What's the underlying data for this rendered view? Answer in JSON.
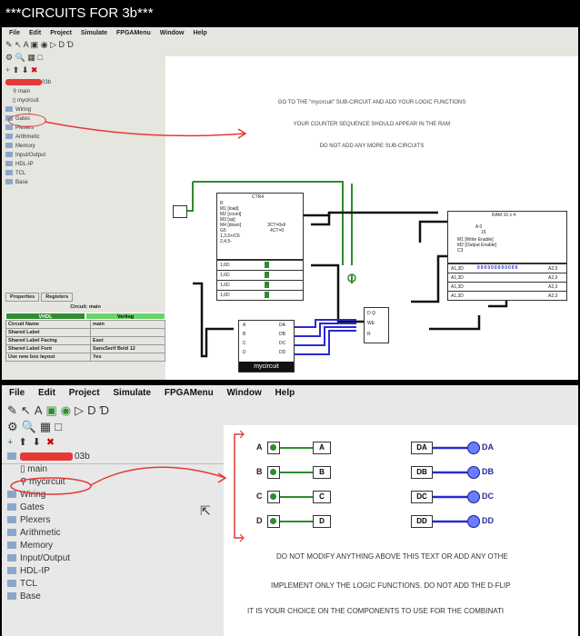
{
  "header": {
    "title": "***CIRCUITS FOR 3b***"
  },
  "top": {
    "menu": [
      "File",
      "Edit",
      "Project",
      "Simulate",
      "FPGAMenu",
      "Window",
      "Help"
    ],
    "project_name": "03b",
    "tree": [
      "main",
      "mycircuit",
      "Wiring",
      "Gates",
      "Plexers",
      "Arithmetic",
      "Memory",
      "Input/Output",
      "HDL-IP",
      "TCL",
      "Base"
    ],
    "canvas_notes": [
      "GO TO THE \"mycircuit\" SUB-CIRCUIT AND ADD YOUR LOGIC FUNCTIONS",
      "YOUR COUNTER SEQUENCE SHOULD APPEAR IN THE RAM",
      "DO NOT ADD ANY MORE SUB-CIRCUITS"
    ],
    "ctr4": {
      "title": "CTR4",
      "lines": [
        "R",
        "M1 [load]",
        "M2 [count]",
        "M3 [up]",
        "M4 [down]",
        "G5",
        "1,3,5+/C6",
        "2,4,5-",
        "3CT=0xF",
        "4CT=0"
      ],
      "rows": [
        "1,6D",
        "1,6D",
        "1,6D",
        "1,6D"
      ]
    },
    "ram": {
      "title": "RAM 16 x 4",
      "lines": [
        "A 0",
        "15",
        "M1 [Write Enable]",
        "M2 [Output Enable]",
        "C3"
      ],
      "rows": [
        "A1,3D",
        "A1,3D",
        "A1,3D",
        "A1,3D"
      ],
      "cells": "000000000000",
      "right": [
        "A2,3",
        "A2,3",
        "A2,3",
        "A2,3"
      ]
    },
    "mycircuit_block": {
      "label": "mycircuit",
      "left": [
        "A",
        "B",
        "C",
        "D"
      ],
      "right": [
        "DA",
        "DB",
        "DC",
        "DD"
      ]
    },
    "properties": {
      "tabs": [
        "Properties",
        "Registers"
      ],
      "title": "Circuit: main",
      "hdl": [
        "VHDL",
        "Verilog"
      ],
      "rows": [
        [
          "Circuit Name",
          "main"
        ],
        [
          "Shared Label",
          ""
        ],
        [
          "Shared Label Facing",
          "East"
        ],
        [
          "Shared Label Font",
          "SansSerif Bold 12"
        ],
        [
          "Use new box layout",
          "Yes"
        ]
      ]
    },
    "flipflop": {
      "lines": [
        "D Q",
        "WE",
        "R"
      ]
    }
  },
  "bottom": {
    "menu": [
      "File",
      "Edit",
      "Project",
      "Simulate",
      "FPGAMenu",
      "Window",
      "Help"
    ],
    "project_name": "03b",
    "tree": [
      "main",
      "mycircuit",
      "Wiring",
      "Gates",
      "Plexers",
      "Arithmetic",
      "Memory",
      "Input/Output",
      "HDL-IP",
      "TCL",
      "Base"
    ],
    "inputs": [
      "A",
      "B",
      "C",
      "D"
    ],
    "tunnels_in": [
      "A",
      "B",
      "C",
      "D"
    ],
    "tunnels_out": [
      "DA",
      "DB",
      "DC",
      "DD"
    ],
    "outputs": [
      "DA",
      "DB",
      "DC",
      "DD"
    ],
    "notes": [
      "DO NOT MODIFY ANYTHING ABOVE THIS TEXT OR ADD ANY OTHE",
      "IMPLEMENT ONLY THE LOGIC FUNCTIONS. DO NOT ADD THE D-FLIP",
      "IT IS YOUR CHOICE ON THE COMPONENTS TO USE FOR THE COMBINATI"
    ]
  },
  "colors": {
    "wire_green": "#2e8b2e",
    "wire_blue": "#2a2ad0",
    "annot_red": "#e53935"
  }
}
